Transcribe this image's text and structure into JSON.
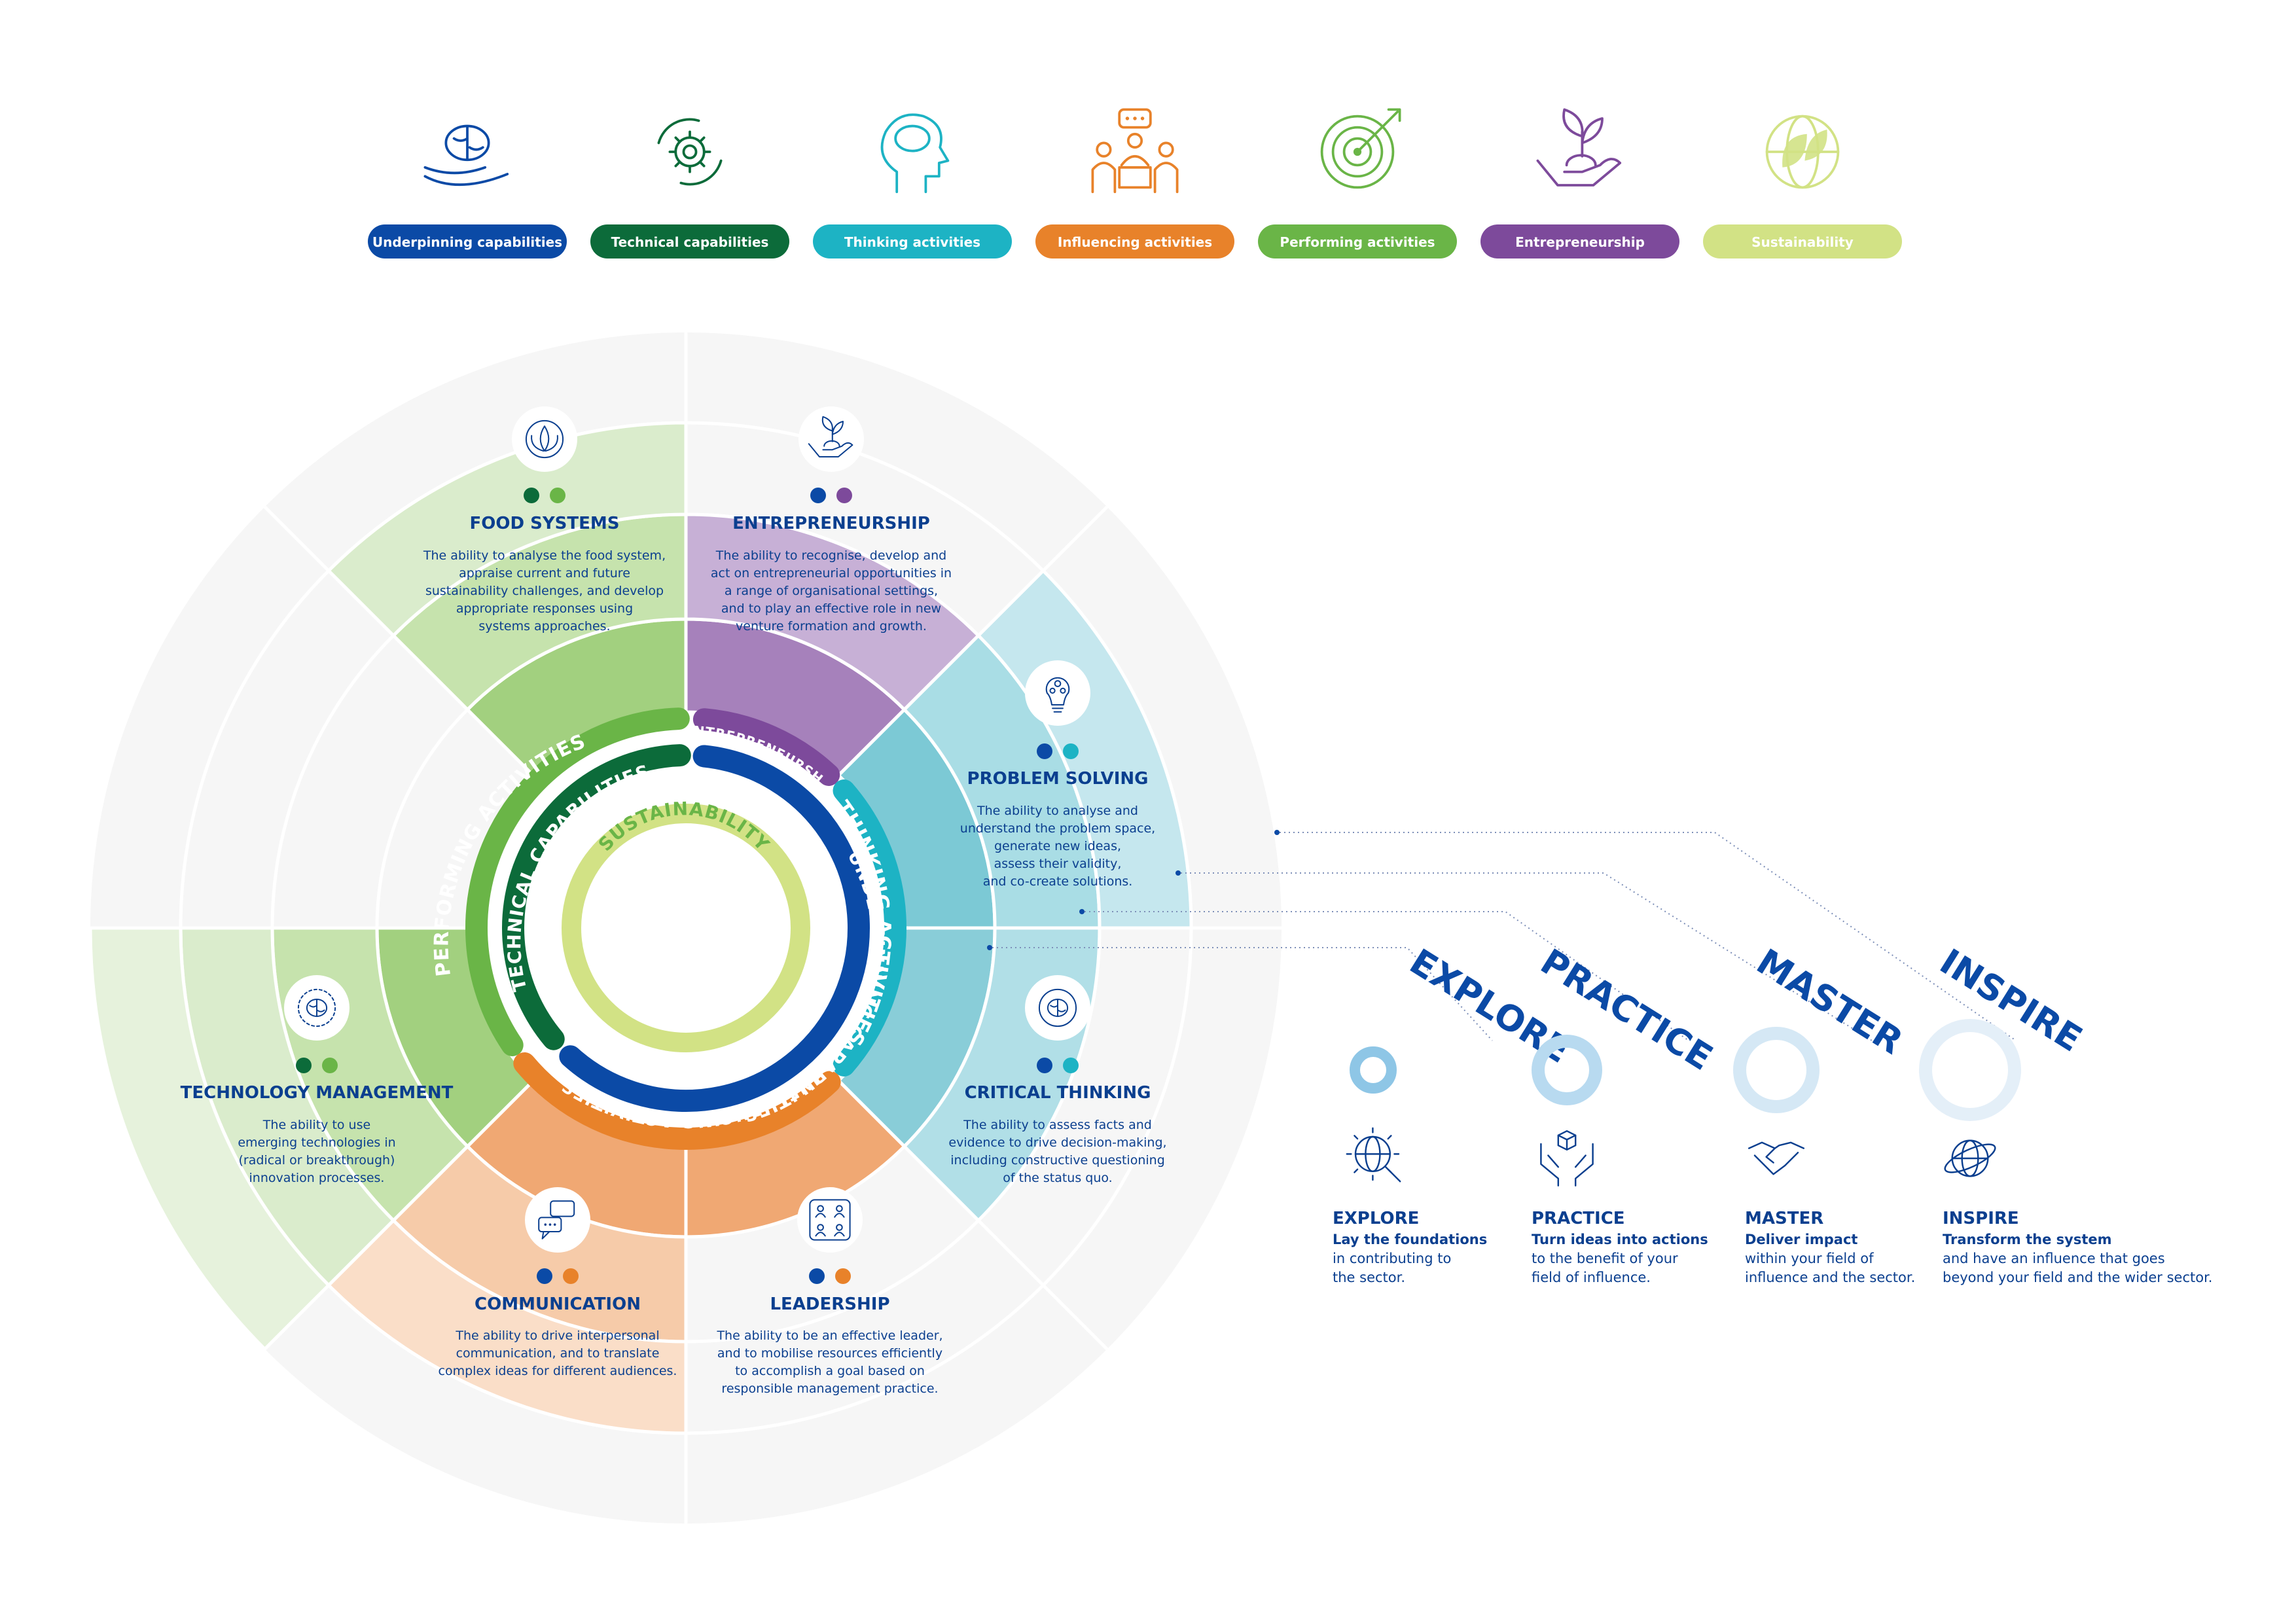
{
  "legend": [
    {
      "label": "Underpinning capabilities",
      "color": "#0b4aa6",
      "icon": "brain-in-hand-icon"
    },
    {
      "label": "Technical capabilities",
      "color": "#0c6b3a",
      "icon": "gear-cycle-icon"
    },
    {
      "label": "Thinking activities",
      "color": "#1db3c4",
      "icon": "head-brain-icon"
    },
    {
      "label": "Influencing activities",
      "color": "#e8822a",
      "icon": "speaking-group-icon"
    },
    {
      "label": "Performing activities",
      "color": "#6ab547",
      "icon": "target-arrow-icon"
    },
    {
      "label": "Entrepreneurship",
      "color": "#7d4a9b",
      "icon": "sprout-hand-icon"
    },
    {
      "label": "Sustainability",
      "color": "#d2e285",
      "icon": "leaf-globe-icon"
    }
  ],
  "rings": {
    "performing": "PERFORMING ACTIVITIES",
    "technical": "TECHNICAL CAPABILITIES",
    "entrepreneurship": "ENTREPRENEURSHIP",
    "thinking": "THINKING ACTIVITIES",
    "underpinning": "UNDERPINNING CAPABILITIES",
    "influencing": "INFLUENCING ACTIVITIES",
    "sustainability": "SUSTAINABILITY"
  },
  "segments": [
    {
      "title": "FOOD SYSTEMS",
      "icon": "leaf-circle-icon",
      "dots": [
        "#0c6b3a",
        "#6ab547"
      ],
      "desc": [
        "The ability to analyse the food system,",
        "appraise current and future",
        "sustainability challenges, and develop",
        "appropriate responses using",
        "systems approaches."
      ]
    },
    {
      "title": "ENTREPRENEURSHIP",
      "icon": "sprout-hand-icon",
      "dots": [
        "#0b4aa6",
        "#7d4a9b"
      ],
      "desc": [
        "The ability to recognise, develop and",
        "act on entrepreneurial opportunities in",
        "a range of organisational settings,",
        "and to play an effective role in new",
        "venture formation and growth."
      ]
    },
    {
      "title": "PROBLEM SOLVING",
      "icon": "lightbulb-icon",
      "dots": [
        "#0b4aa6",
        "#1db3c4"
      ],
      "desc": [
        "The ability to analyse and",
        "understand the problem space,",
        "generate new ideas,",
        "assess their validity,",
        "and co-create solutions."
      ]
    },
    {
      "title": "CRITICAL THINKING",
      "icon": "brain-cycle-icon",
      "dots": [
        "#0b4aa6",
        "#1db3c4"
      ],
      "desc": [
        "The ability to assess facts and",
        "evidence to drive decision-making,",
        "including constructive questioning",
        "of the status quo."
      ]
    },
    {
      "title": "LEADERSHIP",
      "icon": "team-icon",
      "dots": [
        "#0b4aa6",
        "#e8822a"
      ],
      "desc": [
        "The ability to be an effective leader,",
        "and to mobilise resources efficiently",
        "to accomplish a goal based on",
        "responsible management practice."
      ]
    },
    {
      "title": "COMMUNICATION",
      "icon": "chat-bubbles-icon",
      "dots": [
        "#0b4aa6",
        "#e8822a"
      ],
      "desc": [
        "The ability to drive interpersonal",
        "communication, and to translate",
        "complex ideas for different audiences."
      ]
    },
    {
      "title": "TECHNOLOGY MANAGEMENT",
      "icon": "chip-brain-icon",
      "dots": [
        "#0c6b3a",
        "#6ab547"
      ],
      "desc": [
        "The ability to use",
        "emerging technologies in",
        "(radical or breakthrough)",
        "innovation processes."
      ]
    }
  ],
  "levels": [
    {
      "word": "EXPLORE",
      "title": "EXPLORE",
      "subtitle": "Lay the foundations",
      "desc": [
        "in contributing to",
        "the sector."
      ],
      "icon": "globe-magnifier-icon"
    },
    {
      "word": "PRACTICE",
      "title": "PRACTICE",
      "subtitle": "Turn ideas into actions",
      "desc": [
        "to the benefit of your",
        "field of influence."
      ],
      "icon": "hands-cube-icon"
    },
    {
      "word": "MASTER",
      "title": "MASTER",
      "subtitle": "Deliver impact",
      "desc": [
        "within your field of",
        "influence and the sector."
      ],
      "icon": "handshake-icon"
    },
    {
      "word": "INSPIRE",
      "title": "INSPIRE",
      "subtitle": "Transform the system",
      "desc": [
        "and have an influence that goes",
        "beyond your field and the wider sector."
      ],
      "icon": "globe-orbit-icon"
    }
  ]
}
